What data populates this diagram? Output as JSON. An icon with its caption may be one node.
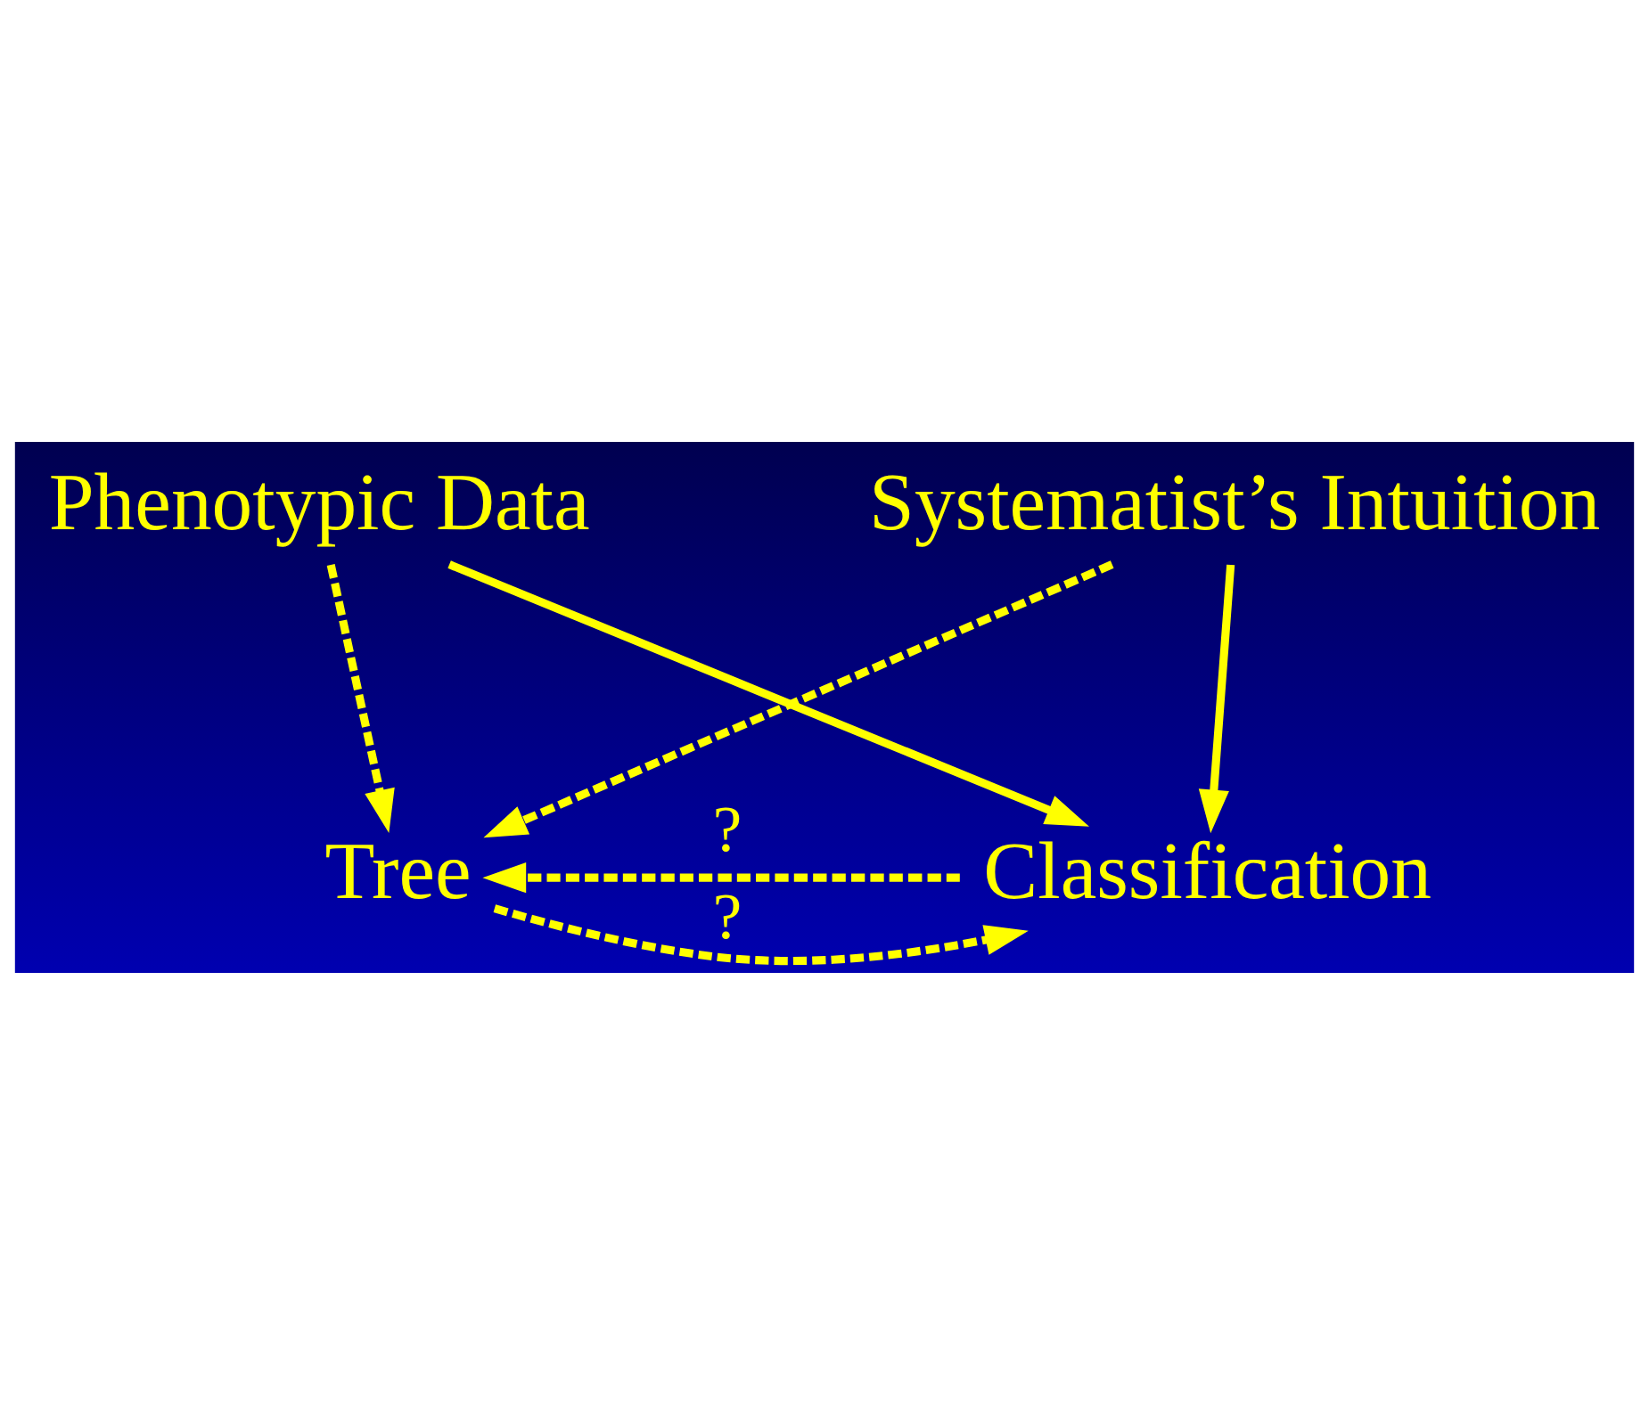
{
  "diagram": {
    "nodes": [
      {
        "text": [
          "Phenotypic Data"
        ]
      },
      {
        "text": [
          "Tree"
        ]
      },
      {
        "text": [
          "Classification"
        ]
      },
      {
        "text": [
          "Systematist’s Intuition"
        ]
      }
    ],
    "edges": [
      {
        "from": 0,
        "to": 1,
        "arrow": "to",
        "style": "dashed"
      },
      {
        "from": 0,
        "to": 2,
        "arrow": "to"
      },
      {
        "from": 2,
        "to": 1,
        "arrow": "to",
        "style": "dashed",
        "label": "?"
      },
      {
        "from": 1,
        "to": 2,
        "arrow": "to",
        "style": "dashed",
        "label": "?"
      },
      {
        "from": 3,
        "to": 1,
        "arrow": "to",
        "style": "dashed"
      },
      {
        "from": 3,
        "to": 2,
        "arrow": "to"
      }
    ]
  }
}
